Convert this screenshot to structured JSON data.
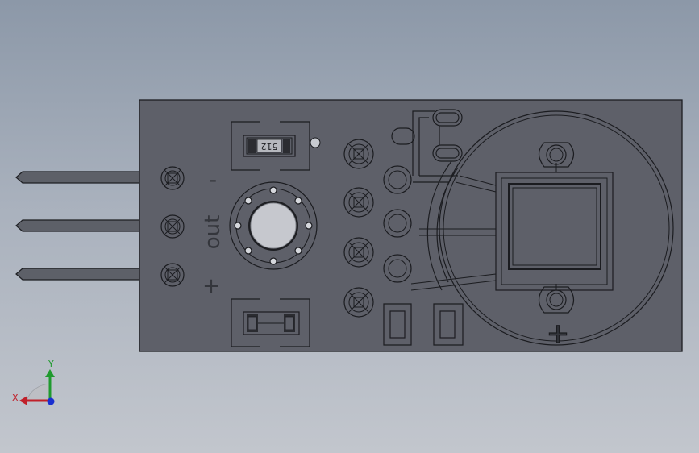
{
  "board_labels": {
    "minus_left": "-",
    "out": "out",
    "plus_left": "+",
    "plus_right": "+",
    "resistor_code": "512"
  },
  "triad": {
    "x_label": "X",
    "y_label": "Y",
    "x_color": "#c0202a",
    "y_color": "#1f9a2e",
    "z_color": "#1a2fd0"
  },
  "colors": {
    "board": "#5e6069",
    "outline": "#1b1c20",
    "background_top": "#8c98a8",
    "background_bottom": "#c2c6cd"
  }
}
